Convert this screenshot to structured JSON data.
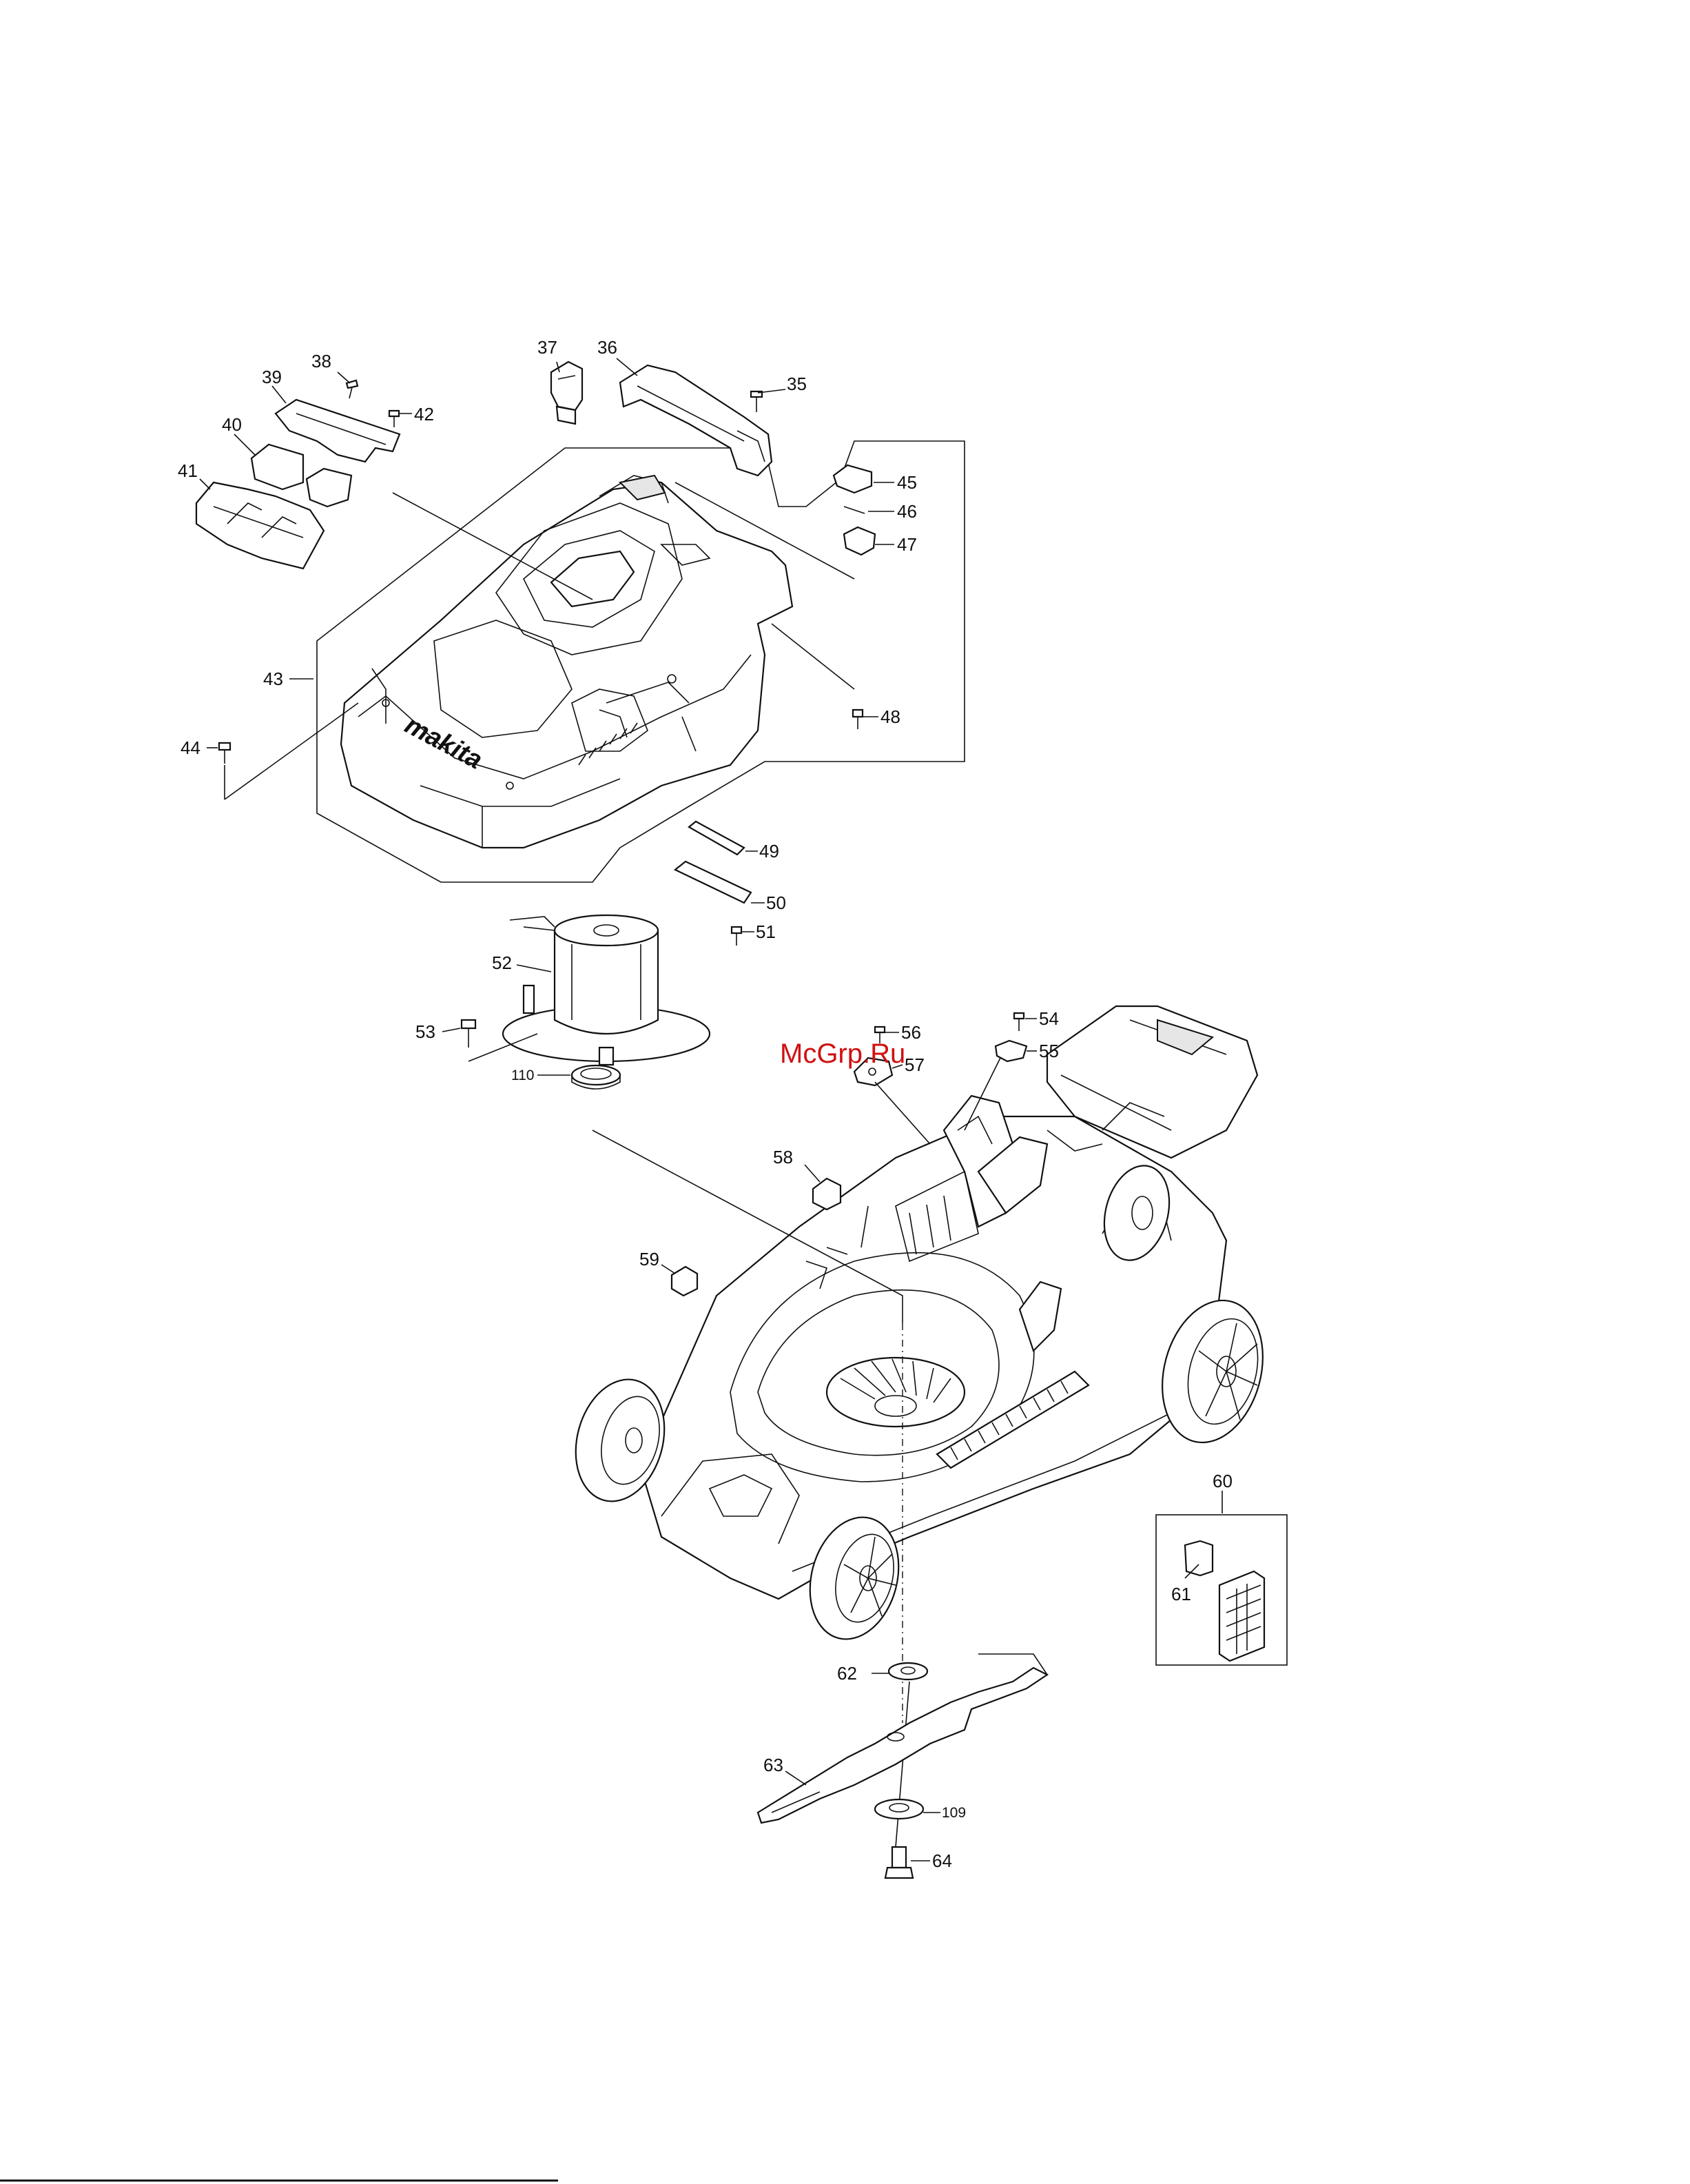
{
  "watermark": "McGrp.Ru",
  "brand_logo_text": "makita",
  "part_labels": [
    {
      "id": "p35",
      "text": "35"
    },
    {
      "id": "p36",
      "text": "36"
    },
    {
      "id": "p37",
      "text": "37"
    },
    {
      "id": "p38",
      "text": "38"
    },
    {
      "id": "p39",
      "text": "39"
    },
    {
      "id": "p40",
      "text": "40"
    },
    {
      "id": "p41",
      "text": "41"
    },
    {
      "id": "p42",
      "text": "42"
    },
    {
      "id": "p43",
      "text": "43"
    },
    {
      "id": "p44",
      "text": "44"
    },
    {
      "id": "p45",
      "text": "45"
    },
    {
      "id": "p46",
      "text": "46"
    },
    {
      "id": "p47",
      "text": "47"
    },
    {
      "id": "p48",
      "text": "48"
    },
    {
      "id": "p49",
      "text": "49"
    },
    {
      "id": "p50",
      "text": "50"
    },
    {
      "id": "p51",
      "text": "51"
    },
    {
      "id": "p52",
      "text": "52"
    },
    {
      "id": "p53",
      "text": "53"
    },
    {
      "id": "p54",
      "text": "54"
    },
    {
      "id": "p55",
      "text": "55"
    },
    {
      "id": "p56",
      "text": "56"
    },
    {
      "id": "p57",
      "text": "57"
    },
    {
      "id": "p58",
      "text": "58"
    },
    {
      "id": "p59",
      "text": "59"
    },
    {
      "id": "p60",
      "text": "60"
    },
    {
      "id": "p61",
      "text": "61"
    },
    {
      "id": "p62",
      "text": "62"
    },
    {
      "id": "p63",
      "text": "63"
    },
    {
      "id": "p64",
      "text": "64"
    },
    {
      "id": "p109",
      "text": "109"
    },
    {
      "id": "p110",
      "text": "110"
    }
  ]
}
